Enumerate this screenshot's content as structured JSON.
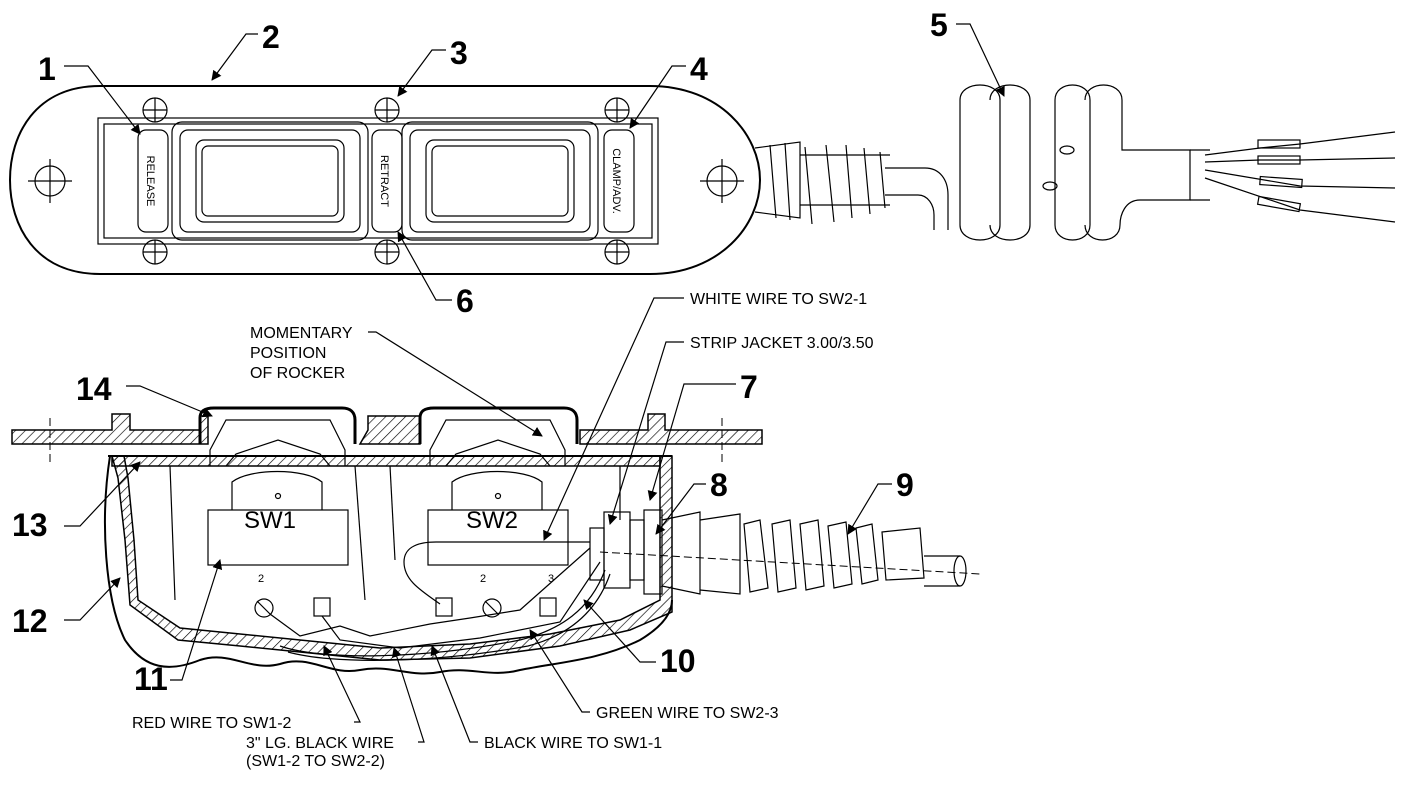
{
  "callouts": {
    "c1": "1",
    "c2": "2",
    "c3": "3",
    "c4": "4",
    "c5": "5",
    "c6": "6",
    "c7": "7",
    "c8": "8",
    "c9": "9",
    "c10": "10",
    "c11": "11",
    "c12": "12",
    "c13": "13",
    "c14": "14"
  },
  "top_view": {
    "label_release": "RELEASE",
    "label_retract": "RETRACT",
    "label_clamp": "CLAMP/ADV."
  },
  "section_view": {
    "sw1": "SW1",
    "sw2": "SW2",
    "term_sw1": "2",
    "term_sw2a": "2",
    "term_sw2b": "3"
  },
  "notes": {
    "white_wire": "WHITE WIRE TO SW2-1",
    "strip_jacket": "STRIP JACKET 3.00/3.50",
    "momentary_1": "MOMENTARY",
    "momentary_2": "POSITION",
    "momentary_3": "OF ROCKER",
    "red_wire": "RED WIRE TO SW1-2",
    "black_3in_1": "3\" LG. BLACK WIRE",
    "black_3in_2": "(SW1-2 TO SW2-2)",
    "black_wire": "BLACK WIRE TO SW1-1",
    "green_wire": "GREEN WIRE TO SW2-3"
  }
}
